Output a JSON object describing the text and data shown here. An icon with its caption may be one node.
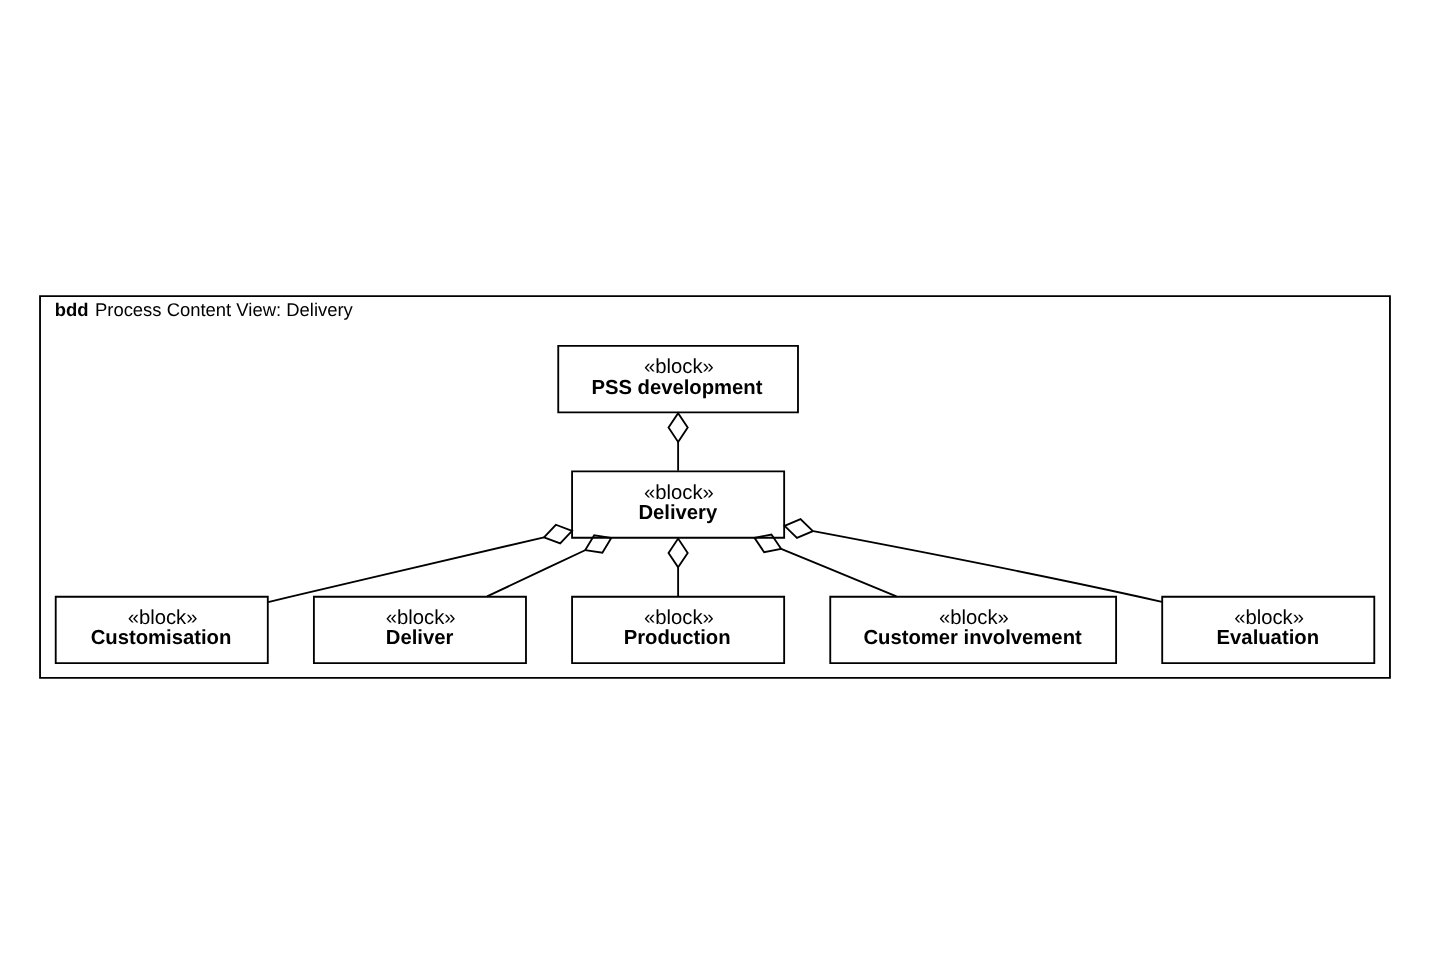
{
  "diagram": {
    "nodes": [
      {
        "text": [
          "**bdd** Process Content View: Delivery"
        ]
      },
      {
        "text": [
          "«block»",
          "PSS development"
        ],
        "in": 0
      },
      {
        "text": [
          "«block»",
          "Delivery"
        ],
        "in": 0
      },
      {
        "text": [
          "«block»",
          "Customisation"
        ],
        "in": 0
      },
      {
        "text": [
          "«block»",
          "Deliver"
        ],
        "in": 0
      },
      {
        "text": [
          "«block»",
          "Production"
        ],
        "in": 0
      },
      {
        "text": [
          "«block»",
          "Customer involvement"
        ],
        "in": 0
      },
      {
        "text": [
          "«block»",
          "Evaluation"
        ],
        "in": 0
      }
    ],
    "edges": [
      {
        "from": 2,
        "to": 1,
        "arrow": "other"
      },
      {
        "from": 3,
        "to": 2,
        "arrow": "other"
      },
      {
        "from": 4,
        "to": 2,
        "arrow": "other"
      },
      {
        "from": 5,
        "to": 2,
        "arrow": "other"
      },
      {
        "from": 6,
        "to": 2,
        "arrow": "other"
      },
      {
        "from": 7,
        "to": 2,
        "arrow": "other"
      }
    ]
  }
}
